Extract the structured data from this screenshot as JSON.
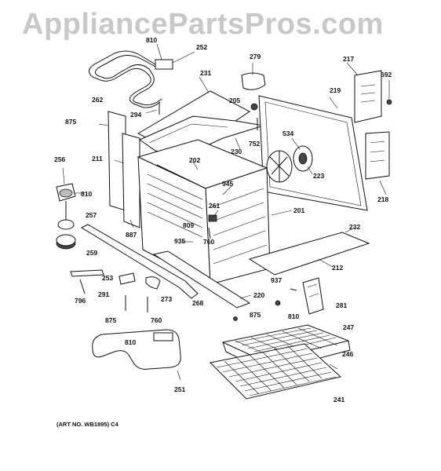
{
  "watermark": "AppliancePartsPros.com",
  "art_number": "(ART NO. WB1895) C4",
  "part_numbers": {
    "p810a": "810",
    "p252": "252",
    "p279": "279",
    "p217": "217",
    "p692": "692",
    "p231": "231",
    "p219": "219",
    "p262": "262",
    "p205": "205",
    "p294": "294",
    "p875a": "875",
    "p230": "230",
    "p752": "752",
    "p534": "534",
    "p211": "211",
    "p202": "202",
    "p256": "256",
    "p223": "223",
    "p945": "945",
    "p810b": "810",
    "p218": "218",
    "p261": "261",
    "p257": "257",
    "p201": "201",
    "p809": "809",
    "p887": "887",
    "p760a": "760",
    "p232": "232",
    "p935": "935",
    "p259": "259",
    "p212": "212",
    "p253": "253",
    "p937": "937",
    "p291": "291",
    "p273": "273",
    "p220": "220",
    "p281": "281",
    "p796": "796",
    "p268": "268",
    "p875b": "875",
    "p810c": "810",
    "p875c": "875",
    "p760b": "760",
    "p247": "247",
    "p810d": "810",
    "p246": "246",
    "p251": "251",
    "p241": "241"
  }
}
